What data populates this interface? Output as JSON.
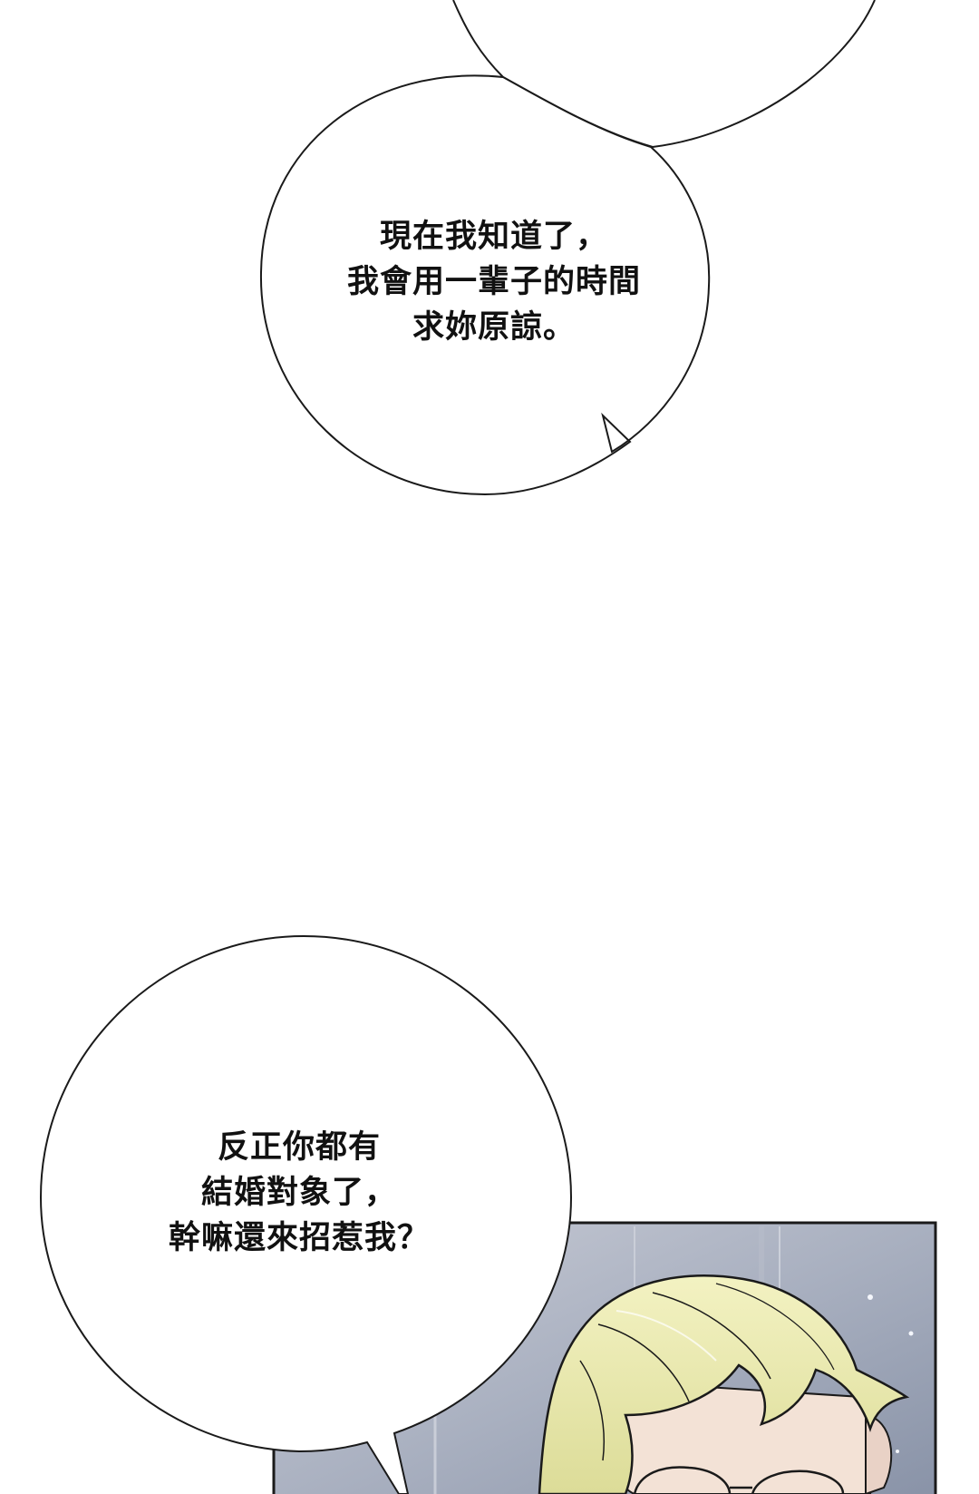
{
  "bubbles": [
    {
      "lines": [
        "現在我知道了，",
        "我會用一輩子的時間",
        "求妳原諒。"
      ]
    },
    {
      "lines": [
        "反正你都有",
        "結婚對象了，",
        "幹嘛還來招惹我？"
      ]
    }
  ],
  "colors": {
    "background": "#ffffff",
    "outline": "#1a1a1a",
    "panel_bg": "#9aa3b4",
    "hair": "#e8e8a8"
  }
}
